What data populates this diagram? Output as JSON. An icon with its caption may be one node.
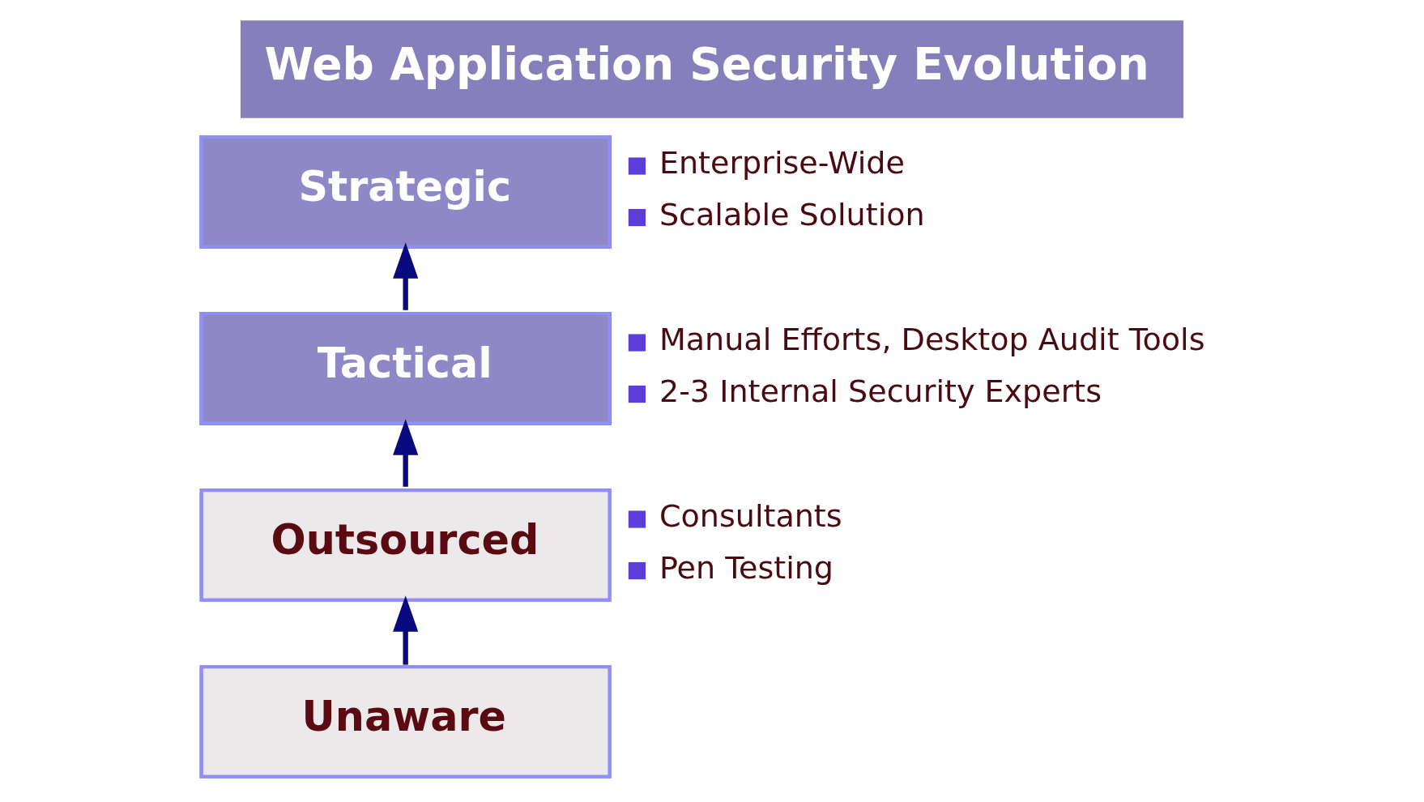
{
  "diagram": {
    "title": "Web Application Security Evolution",
    "nodes": [
      {
        "text": [
          "Unaware"
        ]
      },
      {
        "text": [
          "Outsourced"
        ],
        "beside": [
          "Consultants",
          "Pen Testing"
        ]
      },
      {
        "text": [
          "Tactical"
        ],
        "beside": [
          "Manual Efforts, Desktop Audit Tools",
          "2-3 Internal Security Experts"
        ]
      },
      {
        "text": [
          "Strategic"
        ],
        "beside": [
          "Enterprise-Wide",
          "Scalable Solution"
        ]
      }
    ],
    "edges": [
      {
        "from": 0,
        "to": 1,
        "arrow": "to"
      },
      {
        "from": 1,
        "to": 2,
        "arrow": "to"
      },
      {
        "from": 2,
        "to": 3,
        "arrow": "to"
      }
    ]
  }
}
